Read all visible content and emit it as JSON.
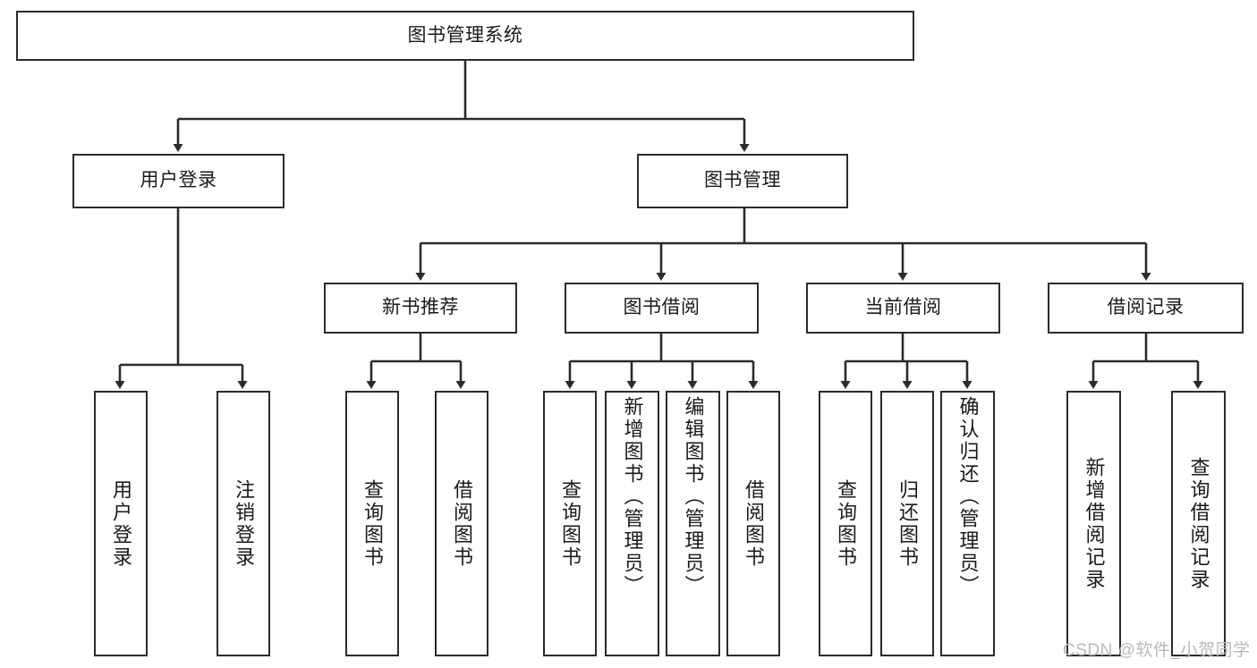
{
  "diagram": {
    "type": "tree",
    "title": "图书管理系统",
    "root": {
      "id": "root",
      "label": "图书管理系统"
    },
    "level1": [
      {
        "id": "user-login",
        "label": "用户登录"
      },
      {
        "id": "book-manage",
        "label": "图书管理"
      }
    ],
    "level2": [
      {
        "id": "new-book-recommend",
        "label": "新书推荐",
        "parent": "book-manage"
      },
      {
        "id": "book-borrow",
        "label": "图书借阅",
        "parent": "book-manage"
      },
      {
        "id": "current-borrow",
        "label": "当前借阅",
        "parent": "book-manage"
      },
      {
        "id": "borrow-record",
        "label": "借阅记录",
        "parent": "book-manage"
      }
    ],
    "leaves": {
      "user_login": [
        {
          "id": "leaf-user-login",
          "label": "用户登录"
        },
        {
          "id": "leaf-user-logout",
          "label": "注销登录"
        }
      ],
      "new_book_recommend": [
        {
          "id": "leaf-query-book-1",
          "label": "查询图书"
        },
        {
          "id": "leaf-borrow-book-1",
          "label": "借阅图书"
        }
      ],
      "book_borrow": [
        {
          "id": "leaf-query-book-2",
          "label": "查询图书"
        },
        {
          "id": "leaf-add-book",
          "label": "新增图书（管理员）"
        },
        {
          "id": "leaf-edit-book",
          "label": "编辑图书（管理员）"
        },
        {
          "id": "leaf-borrow-book-2",
          "label": "借阅图书"
        }
      ],
      "current_borrow": [
        {
          "id": "leaf-query-book-3",
          "label": "查询图书"
        },
        {
          "id": "leaf-return-book",
          "label": "归还图书"
        },
        {
          "id": "leaf-confirm-return",
          "label": "确认归还（管理员）"
        }
      ],
      "borrow_record": [
        {
          "id": "leaf-add-record",
          "label": "新增借阅记录"
        },
        {
          "id": "leaf-query-record",
          "label": "查询借阅记录"
        }
      ]
    }
  },
  "watermark": {
    "text": "CSDN @软件_小贺同学"
  },
  "colors": {
    "stroke": "#2b2b2b",
    "background": "#ffffff",
    "text": "#1a1a1a",
    "watermark": "#b9b9b9"
  }
}
